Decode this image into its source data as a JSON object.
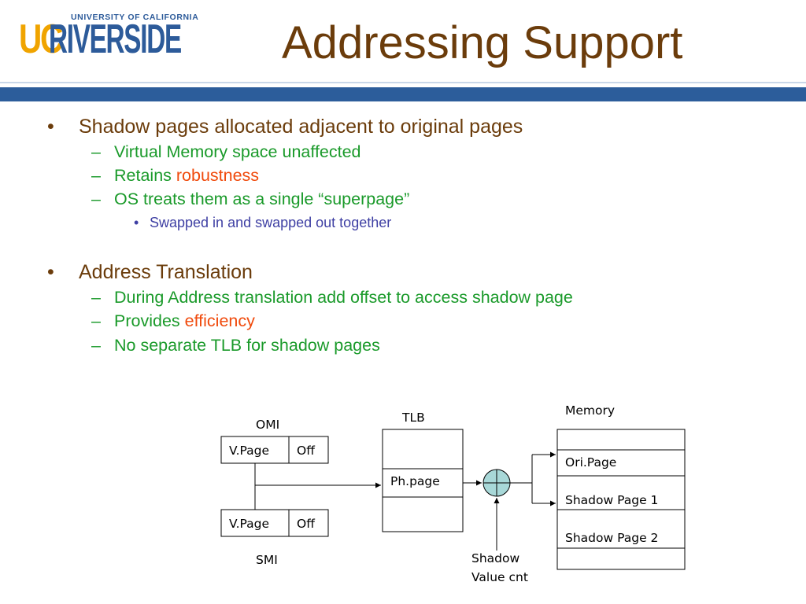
{
  "logo": {
    "top_line": "UNIVERSITY OF CALIFORNIA",
    "uc": "UC",
    "name": "RIVERSIDE"
  },
  "title": "Addressing Support",
  "bullets": [
    {
      "text": "Shadow pages allocated adjacent to original pages",
      "sub": [
        {
          "text": "Virtual Memory space unaffected",
          "highlight": ""
        },
        {
          "text": "Retains ",
          "highlight": "robustness"
        },
        {
          "text": "OS treats them as a single “superpage”",
          "highlight": ""
        }
      ],
      "subsub": [
        "Swapped in and swapped out together"
      ]
    },
    {
      "text": "Address Translation",
      "sub": [
        {
          "text": "During Address translation add offset to access  shadow page",
          "highlight": ""
        },
        {
          "text": "Provides ",
          "highlight": "efficiency"
        },
        {
          "text": "No separate TLB for shadow pages",
          "highlight": ""
        }
      ]
    }
  ],
  "markers": {
    "bullet": "•",
    "dash": "–"
  },
  "diagram": {
    "omi_label": "OMI",
    "smi_label": "SMI",
    "vpage": "V.Page",
    "off": "Off",
    "tlb_label": "TLB",
    "ph_page": "Ph.page",
    "memory_label": "Memory",
    "memory_rows": [
      "Ori.Page",
      "Shadow Page 1",
      "Shadow Page 2"
    ],
    "shadow_label_1": "Shadow",
    "shadow_label_2": "Value cnt",
    "adder_icon": "circle-plus-icon"
  },
  "colors": {
    "title": "#6b3c0b",
    "level1": "#6b3c0b",
    "level2": "#1a9a2a",
    "level3": "#3e3fa3",
    "highlight": "#f04a0c",
    "rule": "#2c5d9b",
    "adder_fill": "#a8d8d8",
    "logo_gold": "#f0a400",
    "logo_blue": "#2d5b9a"
  }
}
